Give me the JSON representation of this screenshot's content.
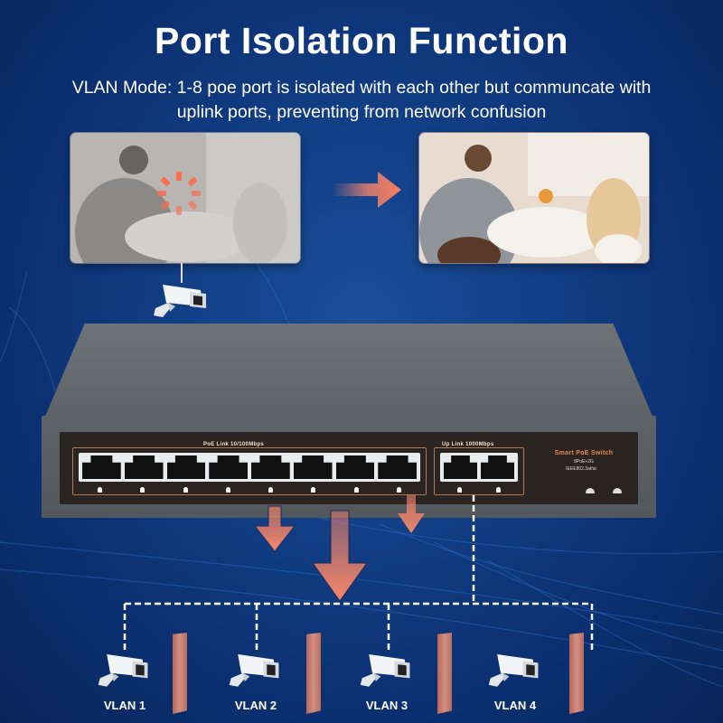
{
  "header": {
    "title": "Port Isolation Function",
    "subtitle_line1": "VLAN Mode: 1-8 poe port is isolated with each other but communcate with",
    "subtitle_line2": "uplink ports, preventing from network confusion"
  },
  "photos": {
    "before": {
      "state": "loading / blocked",
      "icon": "loading-spinner-icon"
    },
    "after": {
      "state": "clear video"
    },
    "transition_icon": "arrow-right-icon"
  },
  "switch": {
    "poe_group_label": "PoE Link   10/100Mbps",
    "uplink_group_label": "Up Link   1000Mbps",
    "brand_label": "Smart PoE Switch",
    "model_label": "8PoE+2G",
    "spec_label": "IEEE802.3af/at",
    "poe_port_count": 8,
    "uplink_port_count": 2,
    "colors": {
      "panel": "#2a2422",
      "accent": "#e8894b",
      "body": "#5e6367"
    }
  },
  "vlans": [
    {
      "label": "VLAN 1"
    },
    {
      "label": "VLAN 2"
    },
    {
      "label": "VLAN 3"
    },
    {
      "label": "VLAN 4"
    }
  ],
  "colors": {
    "background": "#123f86",
    "arrow": "#f0806a",
    "barrier": "#d98470",
    "dashed_line": "#ffffff"
  }
}
